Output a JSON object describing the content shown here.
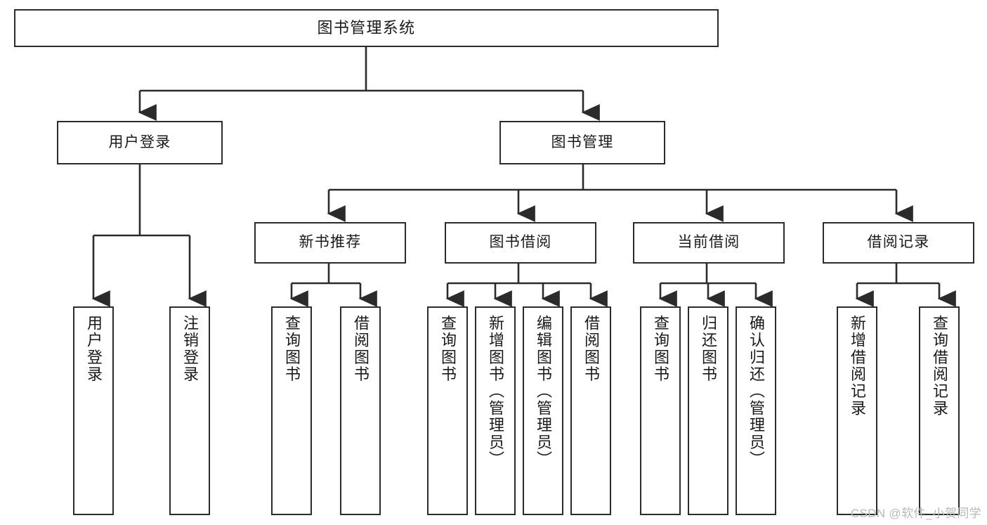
{
  "diagram": {
    "title": "图书管理系统",
    "type": "tree",
    "orientation": "top-down",
    "colors": {
      "node_border": "#2b2b2b",
      "node_fill": "#ffffff",
      "edge": "#2b2b2b",
      "text": "#1a1a1a",
      "watermark": "#b9b9b9",
      "background": "#ffffff"
    },
    "watermark": "CSDN @软件_小贺同学"
  },
  "nodes": {
    "root": {
      "label": "图书管理系统",
      "level": 1
    },
    "level2": [
      {
        "id": "user-login",
        "label": "用户登录",
        "level": 2
      },
      {
        "id": "book-manage",
        "label": "图书管理",
        "level": 2
      }
    ],
    "level3": [
      {
        "id": "new-book-recommend",
        "label": "新书推荐",
        "level": 3
      },
      {
        "id": "book-borrow",
        "label": "图书借阅",
        "level": 3
      },
      {
        "id": "current-borrow",
        "label": "当前借阅",
        "level": 3
      },
      {
        "id": "borrow-record",
        "label": "借阅记录",
        "level": 3
      }
    ],
    "leaves": [
      {
        "id": "leaf-user-login",
        "label": "用户登录",
        "parent": "user-login"
      },
      {
        "id": "leaf-user-logout",
        "label": "注销登录",
        "parent": "user-login"
      },
      {
        "id": "leaf-query-book-1",
        "label": "查询图书",
        "parent": "new-book-recommend"
      },
      {
        "id": "leaf-borrow-book-1",
        "label": "借阅图书",
        "parent": "new-book-recommend"
      },
      {
        "id": "leaf-query-book-2",
        "label": "查询图书",
        "parent": "book-borrow"
      },
      {
        "id": "leaf-add-book",
        "label": "新增图书（管理员）",
        "parent": "book-borrow"
      },
      {
        "id": "leaf-edit-book",
        "label": "编辑图书（管理员）",
        "parent": "book-borrow"
      },
      {
        "id": "leaf-borrow-book-2",
        "label": "借阅图书",
        "parent": "book-borrow"
      },
      {
        "id": "leaf-query-book-3",
        "label": "查询图书",
        "parent": "current-borrow"
      },
      {
        "id": "leaf-return-book",
        "label": "归还图书",
        "parent": "current-borrow"
      },
      {
        "id": "leaf-confirm-return",
        "label": "确认归还（管理员）",
        "parent": "current-borrow"
      },
      {
        "id": "leaf-add-record",
        "label": "新增借阅记录",
        "parent": "borrow-record"
      },
      {
        "id": "leaf-query-record",
        "label": "查询借阅记录",
        "parent": "borrow-record"
      }
    ]
  }
}
